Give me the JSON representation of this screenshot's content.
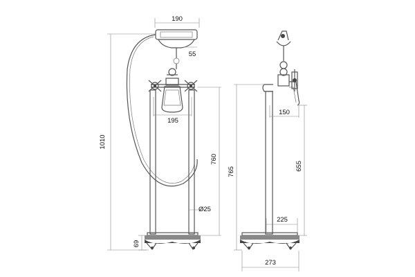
{
  "diagram": {
    "dimensions": {
      "handset_width": "190",
      "handset_offset": "55",
      "valve_spacing": "195",
      "total_height": "1010",
      "hose_height": "760",
      "base_height": "69",
      "pipe_diameter": "Ø25",
      "side_total_height": "765",
      "spout_height": "655",
      "spout_reach": "150",
      "leg_spacing": "225",
      "base_width": "273"
    }
  }
}
